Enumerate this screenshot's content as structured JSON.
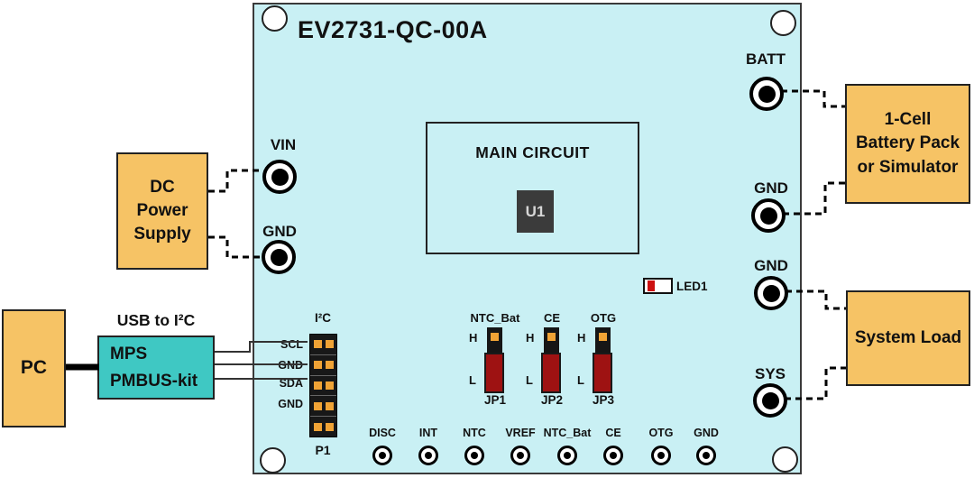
{
  "colors": {
    "board_fill": "#c9f0f4",
    "box_orange": "#f6c365",
    "box_teal": "#3fc8c3",
    "jumper_red": "#9e1212",
    "pin_orange": "#f0a335",
    "led_red": "#cc1111"
  },
  "board": {
    "title": "EV2731-QC-00A",
    "main_circuit": {
      "label": "MAIN CIRCUIT",
      "chip_label": "U1"
    },
    "led_label": "LED1",
    "connectors": [
      {
        "label": "VIN"
      },
      {
        "label": "GND"
      },
      {
        "label": "BATT"
      },
      {
        "label": "GND"
      },
      {
        "label": "GND"
      },
      {
        "label": "SYS"
      }
    ],
    "i2c_header": {
      "title": "I²C",
      "designator": "P1",
      "pin_labels": [
        "SCL",
        "GND",
        "SDA",
        "GND"
      ]
    },
    "jumpers": [
      {
        "signal": "NTC_Bat",
        "designator": "JP1",
        "high": "H",
        "low": "L"
      },
      {
        "signal": "CE",
        "designator": "JP2",
        "high": "H",
        "low": "L"
      },
      {
        "signal": "OTG",
        "designator": "JP3",
        "high": "H",
        "low": "L"
      }
    ],
    "test_points": [
      "DISC",
      "INT",
      "NTC",
      "VREF",
      "NTC_Bat",
      "CE",
      "OTG",
      "GND"
    ]
  },
  "external": {
    "dc_supply": {
      "line1": "DC",
      "line2": "Power",
      "line3": "Supply"
    },
    "pc_label": "PC",
    "usb_caption": "USB to I²C",
    "usb_box": {
      "line1": "MPS",
      "line2": "PMBUS-kit"
    },
    "battery": {
      "line1": "1-Cell",
      "line2": "Battery Pack",
      "line3": "or Simulator"
    },
    "system_load": "System Load"
  }
}
